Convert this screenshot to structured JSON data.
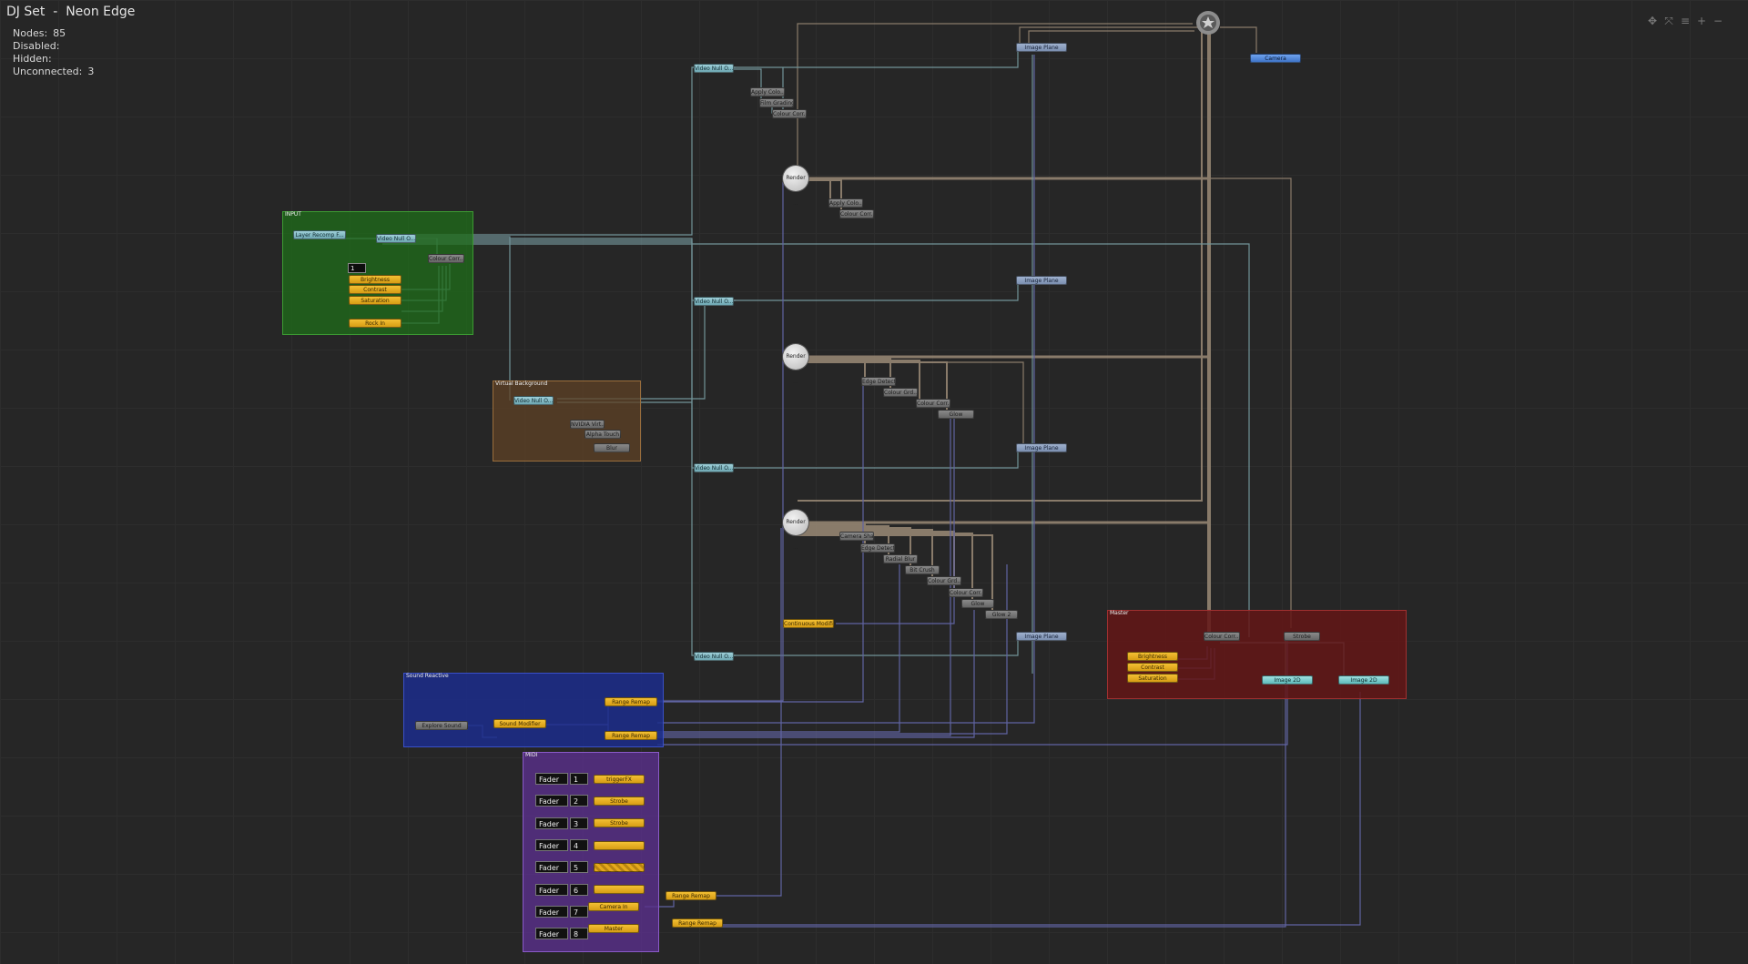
{
  "app": {
    "title": "DJ Set  -  Neon Edge"
  },
  "stats": [
    {
      "label": "Nodes:",
      "value": "85"
    },
    {
      "label": "Disabled:",
      "value": ""
    },
    {
      "label": "Hidden:",
      "value": ""
    },
    {
      "label": "Unconnected:",
      "value": "3"
    }
  ],
  "toolbar": [
    {
      "icon": "move-icon",
      "glyph": "✥"
    },
    {
      "icon": "fit-view-icon",
      "glyph": "⤧"
    },
    {
      "icon": "menu-icon",
      "glyph": "≡"
    },
    {
      "icon": "zoom-in-icon",
      "glyph": "+"
    },
    {
      "icon": "zoom-out-icon",
      "glyph": "−"
    }
  ],
  "groups": {
    "input": "INPUT",
    "virtual": "Virtual Background",
    "sound": "Sound Reactive",
    "midi": "MIDI",
    "master": "Master"
  },
  "colors": {
    "green_group": "#1f5a1a",
    "brown_group": "#4e3720",
    "blue_group": "#1c2d7a",
    "purple_group": "#52307a",
    "red_group": "#5a1a1a",
    "wire_teal": "#7fa6ad",
    "wire_tan": "#9b8a76",
    "wire_blue": "#6b6fb8"
  },
  "nodes": {
    "input_layer": "Layer Recomp F...",
    "input_video": "Video Null O...",
    "input_colour": "Colour Corr...",
    "input_numbox": "1",
    "input_brightness": "Brightness",
    "input_contrast": "Contrast",
    "input_saturation": "Saturation",
    "input_rock": "Rock In",
    "top_video": "Video Null O...",
    "top_apply": "Apply Colo...",
    "top_film": "Film Grading",
    "top_colour": "Colour Corr...",
    "plane1": "Image Plane",
    "camera": "Camera",
    "render1": "Render ...",
    "r1_apply": "Apply Colo...",
    "r1_colour": "Colour Corr...",
    "mid_video1": "Video Null O...",
    "plane2": "Image Plane",
    "render2": "Render ...",
    "r2_edge": "Edge Detect",
    "r2_colourgrd": "Colour Grd...",
    "r2_colourcorr": "Colour Corr...",
    "r2_glow": "Glow",
    "vb_video": "Video Null O...",
    "vb_nvidia": "NVIDIA Virt...",
    "vb_alpha": "Alpha Touch",
    "vb_blur": "Blur",
    "mid_video2": "Video Null O...",
    "plane3": "Image Plane",
    "render3": "Render ...",
    "r3_camera": "Camera Sha...",
    "r3_edge": "Edge Detect",
    "r3_radial": "Radial Blur",
    "r3_bitcrush": "Bit Crush",
    "r3_colourgrd": "Colour Grd...",
    "r3_colourcorr": "Colour Corr...",
    "r3_glow": "Glow",
    "r3_glow2": "Glow 2",
    "continuous": "Continuous Modifier",
    "bottom_video": "Video Null O...",
    "plane4": "Image Plane",
    "sound_range1": "Range Remap",
    "sound_explore": "Explore Sound",
    "sound_modifier": "Sound Modifier",
    "sound_range2": "Range Remap",
    "master_colour": "Colour Corr...",
    "master_brightness": "Brightness",
    "master_contrast": "Contrast",
    "master_saturation": "Saturation",
    "master_strobe": "Strobe",
    "master_image1": "Image 2D",
    "master_image2": "Image 2D",
    "midi_range1": "Range Remap",
    "midi_range2": "Range Remap"
  },
  "faders": [
    {
      "label": "Fader",
      "num": "1",
      "target": "triggerFX"
    },
    {
      "label": "Fader",
      "num": "2",
      "target": "Strobe"
    },
    {
      "label": "Fader",
      "num": "3",
      "target": "Strobe"
    },
    {
      "label": "Fader",
      "num": "4",
      "target": ""
    },
    {
      "label": "Fader",
      "num": "5",
      "target": ""
    },
    {
      "label": "Fader",
      "num": "6",
      "target": ""
    },
    {
      "label": "Fader",
      "num": "7",
      "target": "Camera In"
    },
    {
      "label": "Fader",
      "num": "8",
      "target": "Master"
    }
  ]
}
